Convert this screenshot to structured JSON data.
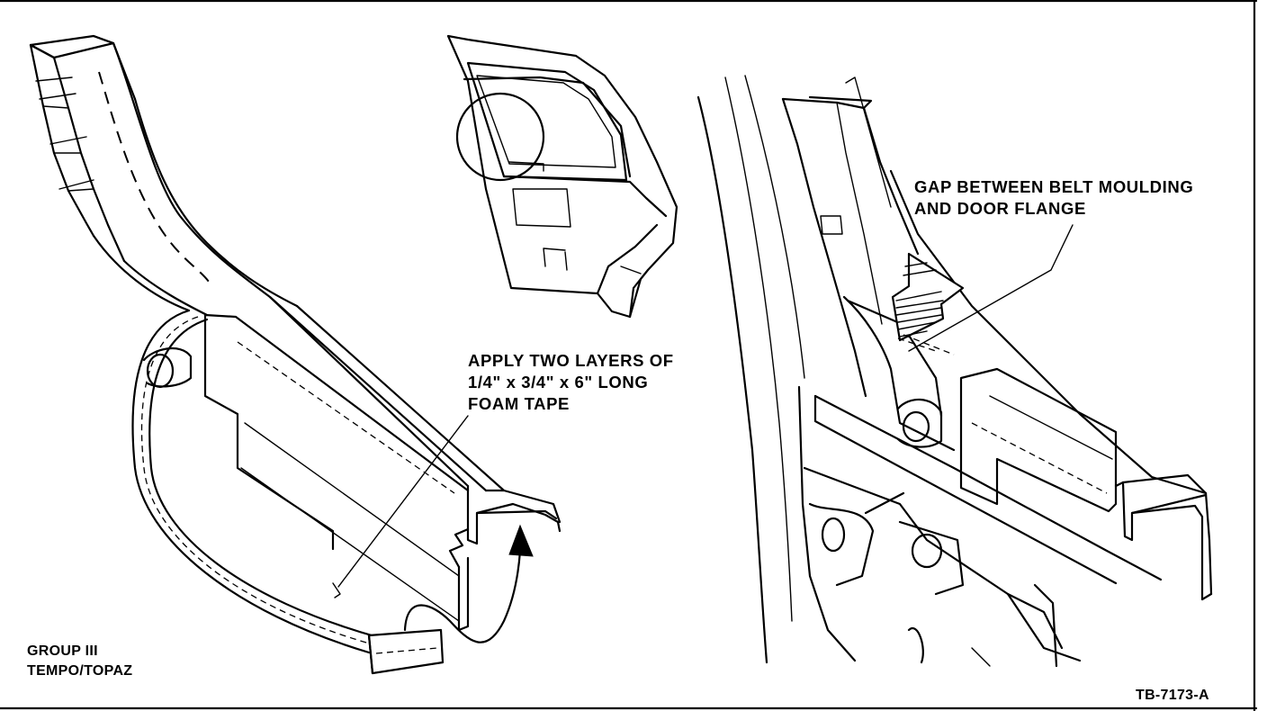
{
  "callouts": {
    "apply_tape": [
      "APPLY TWO LAYERS OF",
      "1/4\" x 3/4\" x 6\" LONG",
      "FOAM TAPE"
    ],
    "gap": [
      "GAP BETWEEN BELT MOULDING",
      "AND DOOR FLANGE"
    ]
  },
  "caption": {
    "line1": "GROUP III",
    "line2": "TEMPO/TOPAZ"
  },
  "figure_id": "TB-7173-A"
}
